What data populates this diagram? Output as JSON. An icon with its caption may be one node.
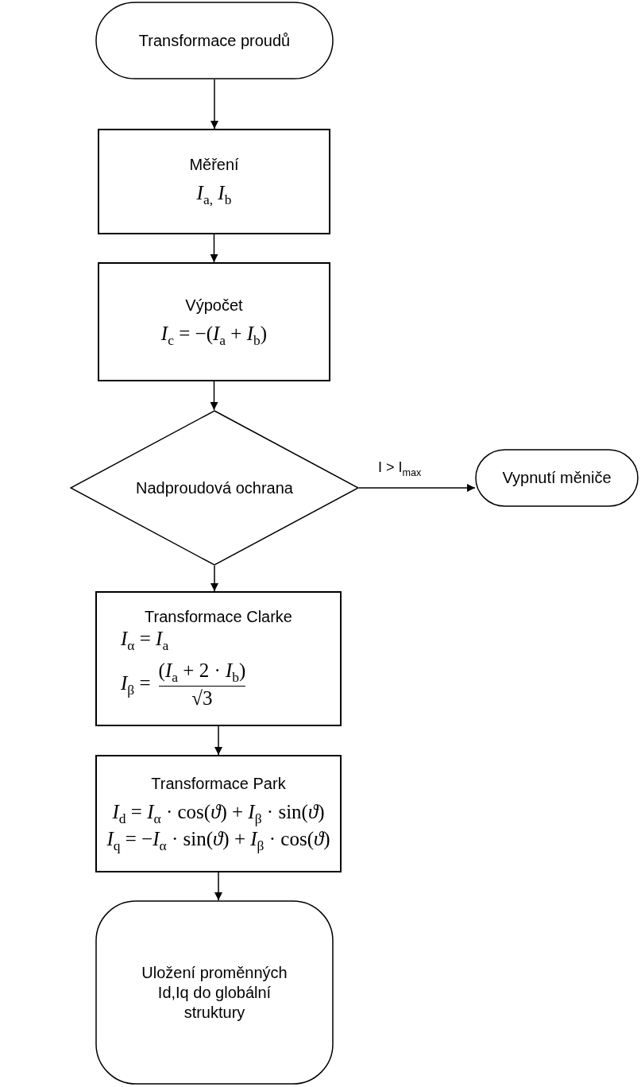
{
  "diagram": {
    "nodes": [
      {
        "text": [
          "Transformace proudů"
        ]
      },
      {
        "text": [
          "Měření",
          "*I*$_{a,}$ *I*$_{b}$"
        ]
      },
      {
        "text": [
          "Výpočet",
          "*I*$_{c}$ = −(*I*$_{a}$ + *I*$_{b}$)"
        ]
      },
      {
        "text": [
          "Nadproudová ochrana"
        ]
      },
      {
        "text": [
          "Vypnutí měniče"
        ]
      },
      {
        "text": [
          "Transformace Clarke",
          "*I*$_{α}$ =  *I*$_{a}$",
          "*I*$_{β}$ =",
          "(*I*$_{a}$ + 2 · *I*$_{b}$)",
          "√3"
        ]
      },
      {
        "text": [
          "Transformace Park",
          "*I*$_{d}$ =  *I*$_{α}$ · cos(*ϑ*) +  *I*$_{β}$ · sin(*ϑ*)",
          "*I*$_{q}$ =  −*I*$_{α}$ · sin(*ϑ*) +  *I*$_{β}$ · cos(*ϑ*)"
        ]
      },
      {
        "text": [
          "Uložení proměnných Id,Iq do globální struktury"
        ]
      }
    ],
    "edges": [
      {
        "from": 0,
        "to": 1,
        "arrow": "to"
      },
      {
        "from": 1,
        "to": 2,
        "arrow": "to"
      },
      {
        "from": 2,
        "to": 3,
        "arrow": "to"
      },
      {
        "from": 3,
        "to": 4,
        "arrow": "to",
        "label": "I > I$_{max}$"
      },
      {
        "from": 3,
        "to": 5,
        "arrow": "to"
      },
      {
        "from": 5,
        "to": 6,
        "arrow": "to"
      },
      {
        "from": 6,
        "to": 7,
        "arrow": "to"
      }
    ]
  }
}
